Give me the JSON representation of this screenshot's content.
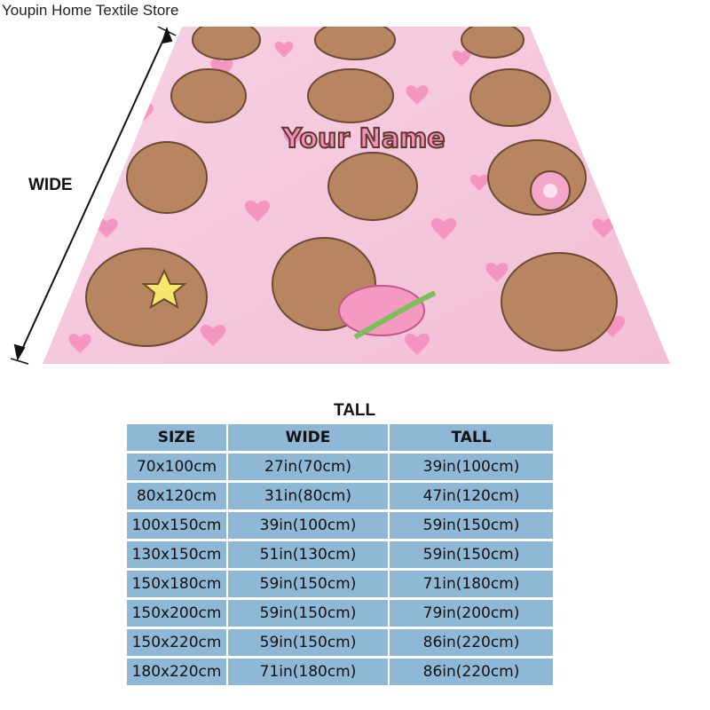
{
  "store_name": "Youpin Home Textile Store",
  "product": {
    "name_text": "Your Name",
    "wide_label": "WIDE",
    "tall_label": "TALL"
  },
  "colors": {
    "blanket_pink": "#f7c6dc",
    "heart_pink": "#f58cbc",
    "capybara_brown": "#b78660",
    "table_blue": "#8fb8d6"
  },
  "size_table": {
    "headers": [
      "SIZE",
      "WIDE",
      "TALL"
    ],
    "rows": [
      [
        "70x100cm",
        "27in(70cm)",
        "39in(100cm)"
      ],
      [
        "80x120cm",
        "31in(80cm)",
        "47in(120cm)"
      ],
      [
        "100x150cm",
        "39in(100cm)",
        "59in(150cm)"
      ],
      [
        "130x150cm",
        "51in(130cm)",
        "59in(150cm)"
      ],
      [
        "150x180cm",
        "59in(150cm)",
        "71in(180cm)"
      ],
      [
        "150x200cm",
        "59in(150cm)",
        "79in(200cm)"
      ],
      [
        "150x220cm",
        "59in(150cm)",
        "86in(220cm)"
      ],
      [
        "180x220cm",
        "71in(180cm)",
        "86in(220cm)"
      ]
    ]
  }
}
